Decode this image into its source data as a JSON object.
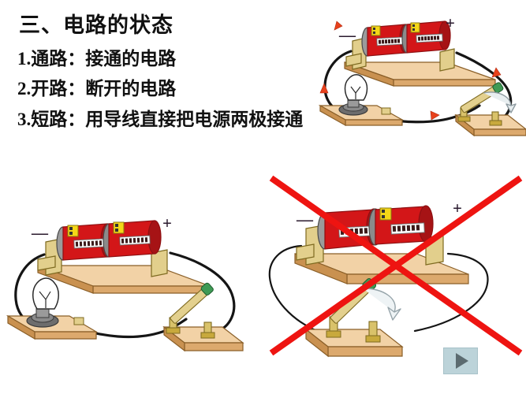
{
  "slide": {
    "title": "三、电路的状态",
    "bullets": [
      {
        "num": "1.",
        "text": "通路：接通的电路"
      },
      {
        "num": "2.",
        "text": "开路：断开的电路"
      },
      {
        "num": "3.",
        "text": "用导线直接把电源两极接通",
        "label": "短路："
      }
    ],
    "bullet_lines": [
      "1.通路：接通的电路",
      "2.开路：断开的电路",
      "3.短路：用导线直接把电源两极接通"
    ]
  },
  "circuits": [
    {
      "id": "closed",
      "name": "closed-circuit-diagram",
      "state": "通路",
      "negative_marker": "—",
      "positive_marker": "+",
      "switch_state": "closed",
      "lamp_state": "lit",
      "current_arrows": 4,
      "arrow_color": "#e8411c",
      "battery_cells": 2
    },
    {
      "id": "open",
      "name": "open-circuit-diagram",
      "state": "开路",
      "negative_marker": "—",
      "positive_marker": "+",
      "switch_state": "open",
      "lamp_state": "unlit",
      "current_arrows": 0,
      "battery_cells": 2
    },
    {
      "id": "short",
      "name": "short-circuit-diagram",
      "state": "短路",
      "negative_marker": "—",
      "positive_marker": "+",
      "switch_state": "open",
      "lamp_state": "absent",
      "marked_wrong": true,
      "cross_color": "#ee1411",
      "battery_cells": 2
    }
  ],
  "play_button": {
    "label": "",
    "icon": "play-triangle-icon",
    "background": "#bcd3d9",
    "glyph_color": "#5c6b70"
  },
  "palette": {
    "battery_red": "#d31618",
    "battery_dark_red": "#a01012",
    "battery_yellow": "#f4d717",
    "board_top": "#f0cfa2",
    "board_side": "#dba86c",
    "board_edge": "#b9833f",
    "brass": "#d9c26a",
    "brass_dark": "#a98d2e",
    "wire": "#1a1a1a",
    "arrow_red": "#e8411c",
    "cross_red": "#ee1411"
  }
}
